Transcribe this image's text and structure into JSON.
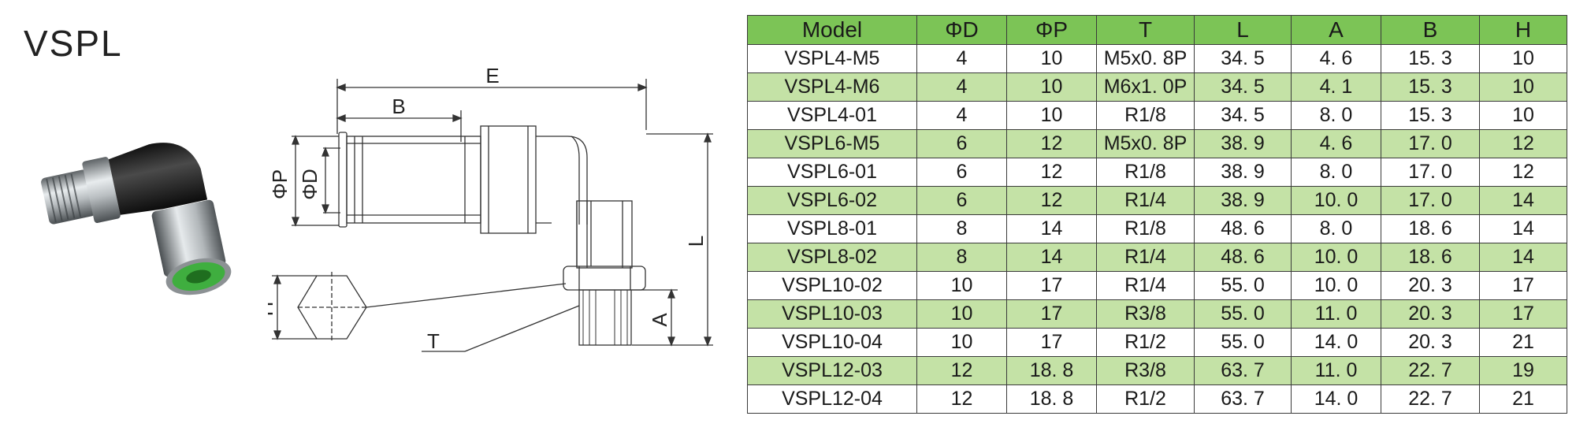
{
  "title": "VSPL",
  "drawing_labels": {
    "E": "E",
    "B": "B",
    "phiP": "ΦP",
    "phiD": "ΦD",
    "L": "L",
    "H": "H",
    "A": "A",
    "T": "T"
  },
  "table": {
    "headers": [
      "Model",
      "ΦD",
      "ΦP",
      "T",
      "L",
      "A",
      "B",
      "H"
    ],
    "rows": [
      [
        "VSPL4-M5",
        "4",
        "10",
        "M5x0. 8P",
        "34. 5",
        "4. 6",
        "15. 3",
        "10"
      ],
      [
        "VSPL4-M6",
        "4",
        "10",
        "M6x1. 0P",
        "34. 5",
        "4. 1",
        "15. 3",
        "10"
      ],
      [
        "VSPL4-01",
        "4",
        "10",
        "R1/8",
        "34. 5",
        "8. 0",
        "15. 3",
        "10"
      ],
      [
        "VSPL6-M5",
        "6",
        "12",
        "M5x0. 8P",
        "38. 9",
        "4. 6",
        "17. 0",
        "12"
      ],
      [
        "VSPL6-01",
        "6",
        "12",
        "R1/8",
        "38. 9",
        "8. 0",
        "17. 0",
        "12"
      ],
      [
        "VSPL6-02",
        "6",
        "12",
        "R1/4",
        "38. 9",
        "10. 0",
        "17. 0",
        "14"
      ],
      [
        "VSPL8-01",
        "8",
        "14",
        "R1/8",
        "48. 6",
        "8. 0",
        "18. 6",
        "14"
      ],
      [
        "VSPL8-02",
        "8",
        "14",
        "R1/4",
        "48. 6",
        "10. 0",
        "18. 6",
        "14"
      ],
      [
        "VSPL10-02",
        "10",
        "17",
        "R1/4",
        "55. 0",
        "10. 0",
        "20. 3",
        "17"
      ],
      [
        "VSPL10-03",
        "10",
        "17",
        "R3/8",
        "55. 0",
        "11. 0",
        "20. 3",
        "17"
      ],
      [
        "VSPL10-04",
        "10",
        "17",
        "R1/2",
        "55. 0",
        "14. 0",
        "20. 3",
        "21"
      ],
      [
        "VSPL12-03",
        "12",
        "18. 8",
        "R3/8",
        "63. 7",
        "11. 0",
        "22. 7",
        "19"
      ],
      [
        "VSPL12-04",
        "12",
        "18. 8",
        "R1/2",
        "63. 7",
        "14. 0",
        "22. 7",
        "21"
      ]
    ]
  },
  "colors": {
    "header_green": "#7cc456",
    "row_alt_green": "#c4e2a6",
    "collet_green": "#3fae3f"
  }
}
